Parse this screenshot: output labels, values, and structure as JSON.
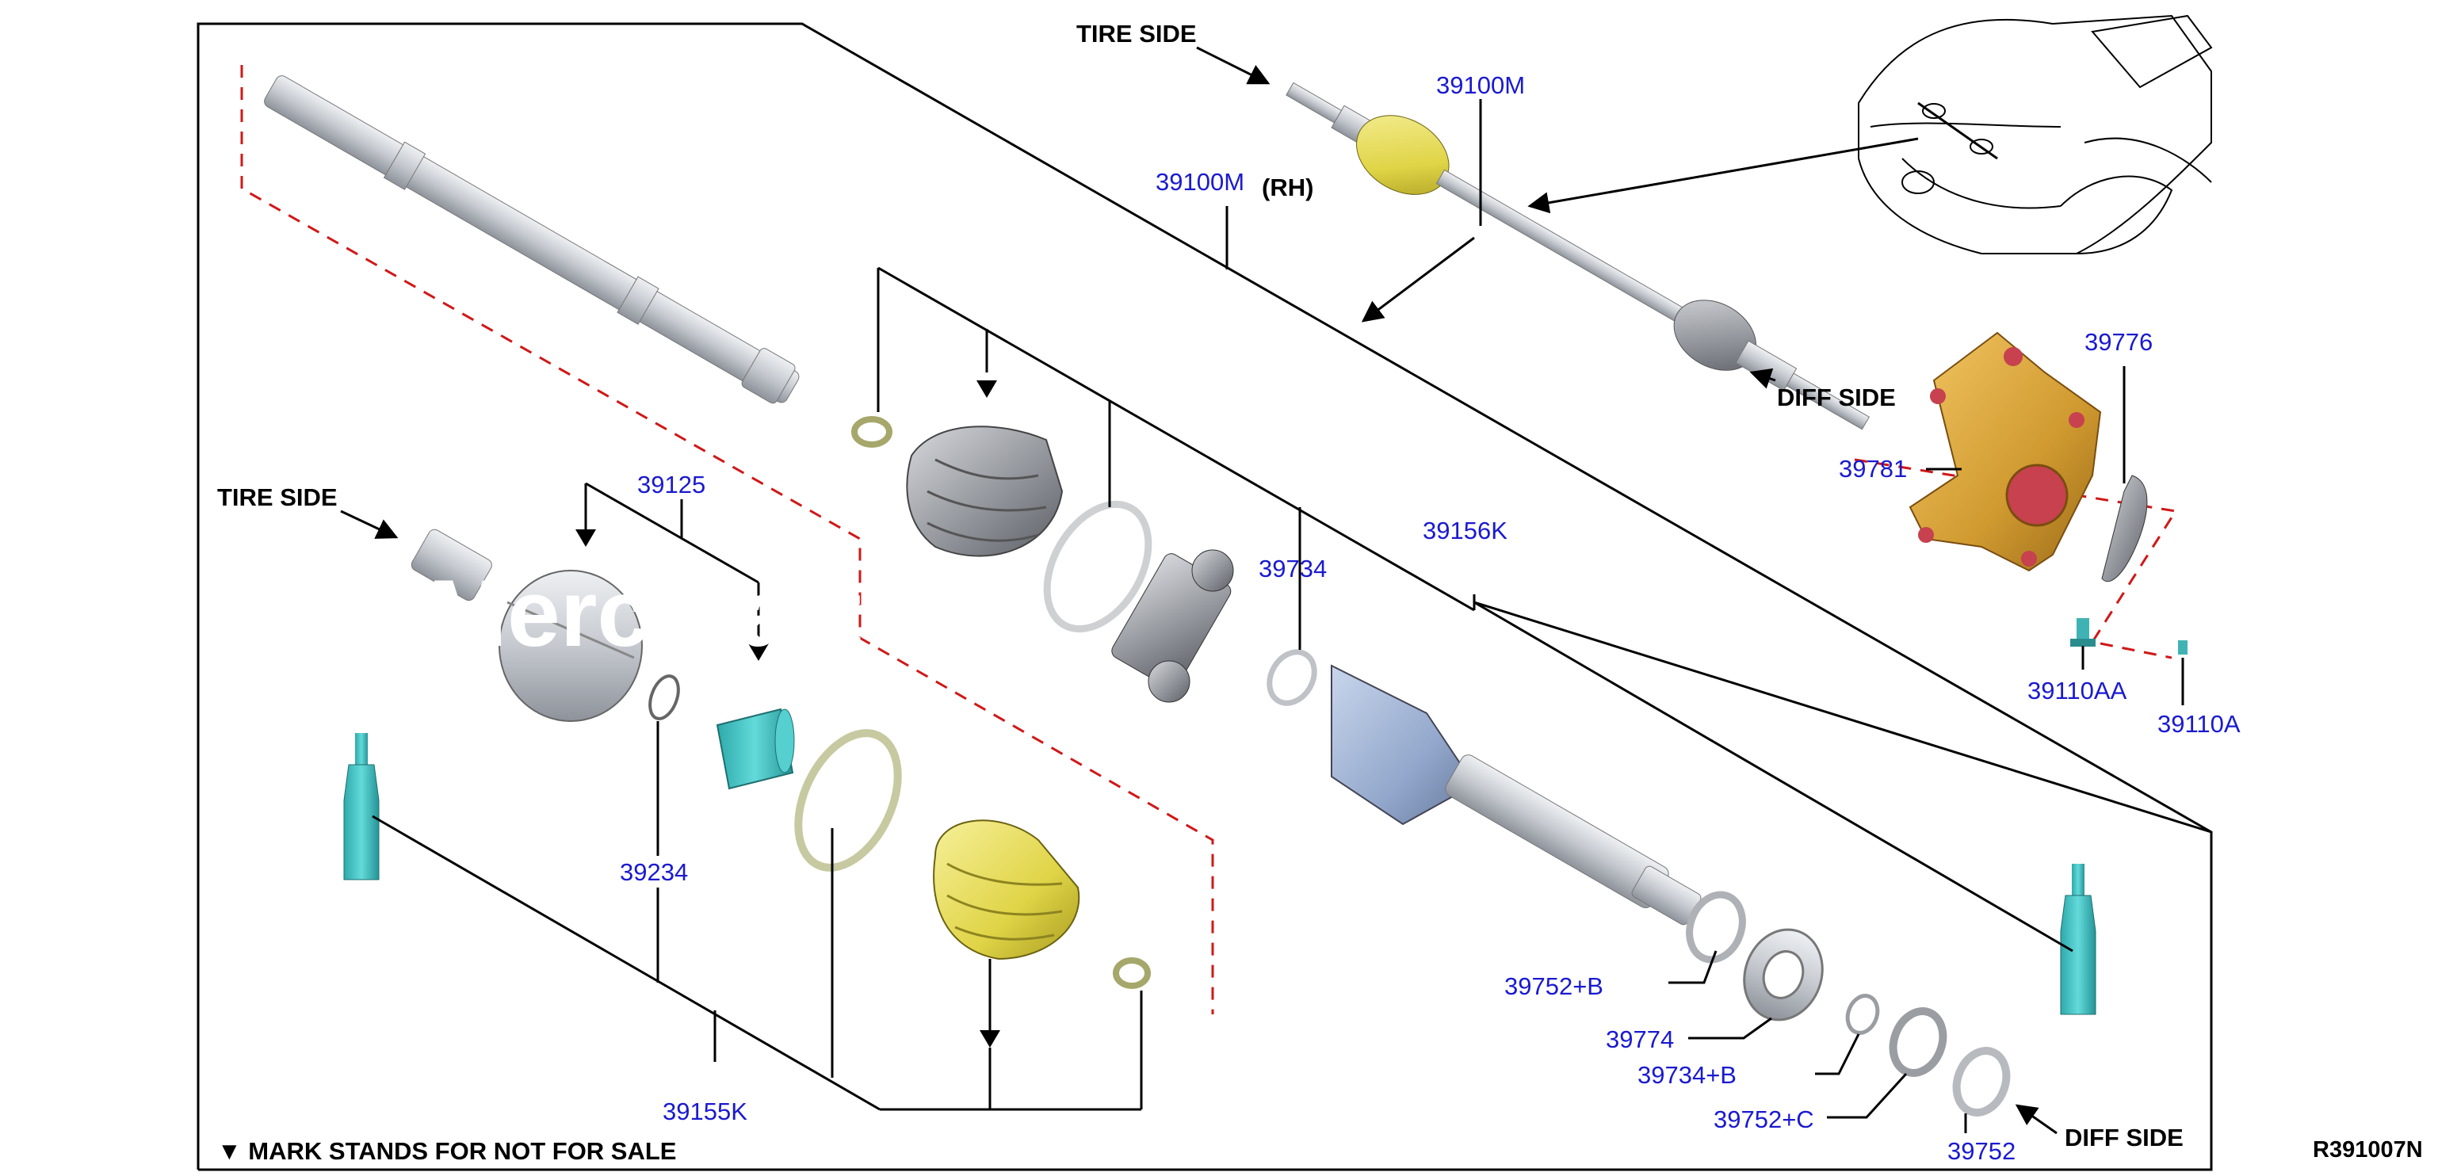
{
  "side_labels": {
    "tire_side_top": "TIRE SIDE",
    "diff_side_top": "DIFF SIDE",
    "tire_side_left": "TIRE SIDE",
    "diff_side_bottom": "DIFF SIDE"
  },
  "assembly": {
    "part_number": "39100M",
    "part_number_rh": "39100M",
    "rh_suffix": "(RH)"
  },
  "parts": {
    "p39776": "39776",
    "p39781": "39781",
    "p39110AA": "39110AA",
    "p39110A": "39110A",
    "p39125": "39125",
    "p39734": "39734",
    "p39156K": "39156K",
    "p39234": "39234",
    "p39155K": "39155K",
    "p39752B": "39752+B",
    "p39774": "39774",
    "p39734B": "39734+B",
    "p39752C": "39752+C",
    "p39752": "39752"
  },
  "footer": {
    "note": "▼ MARK STANDS FOR NOT FOR SALE",
    "diagram_code": "R391007N"
  },
  "watermark": "Merc          Parts",
  "colors": {
    "label_blue": "#1a1ad0",
    "boot_yellow": "#e8de5a",
    "knuckle_gold": "#d7a43a",
    "grease_teal": "#3fc6c6",
    "shaft_grey": "#c9ccd2",
    "housing_blue": "#9fb4d6",
    "dash_red": "#d01818"
  }
}
